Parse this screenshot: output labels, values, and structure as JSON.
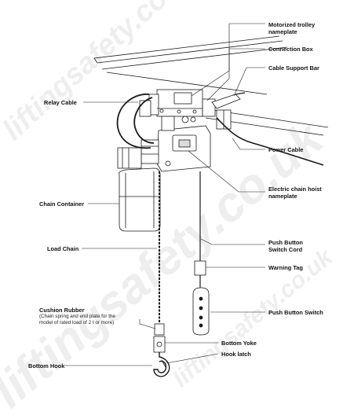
{
  "watermark": "liftingsafety.co.uk",
  "labels": {
    "motorized_trolley_nameplate": [
      "Motorized trolley",
      "nameplate"
    ],
    "connection_box": "Connection Box",
    "cable_support_bar": "Cable Support Bar",
    "relay_cable": "Relay Cable",
    "power_cable": "Power Cable",
    "electric_chain_hoist_nameplate": [
      "Electric chain hoist",
      "nameplate"
    ],
    "chain_container": "Chain Container",
    "load_chain": "Load Chain",
    "push_button_switch_cord": [
      "Push Button",
      "Switch Cord"
    ],
    "warning_tag": "Warning Tag",
    "cushion_rubber": "Cushion Rubber",
    "cushion_rubber_note": [
      "(Chain spring and end plate for the",
      "model of rated load of 2 t or more)"
    ],
    "push_button_switch": "Push Button Switch",
    "bottom_yoke": "Bottom Yoke",
    "hook_latch": "Hook latch",
    "bottom_hook": "Bottom Hook"
  },
  "colors": {
    "line": "#1a1a1a",
    "fill": "#ffffff",
    "shade": "#dcdcdc",
    "watermark": "#969696"
  }
}
